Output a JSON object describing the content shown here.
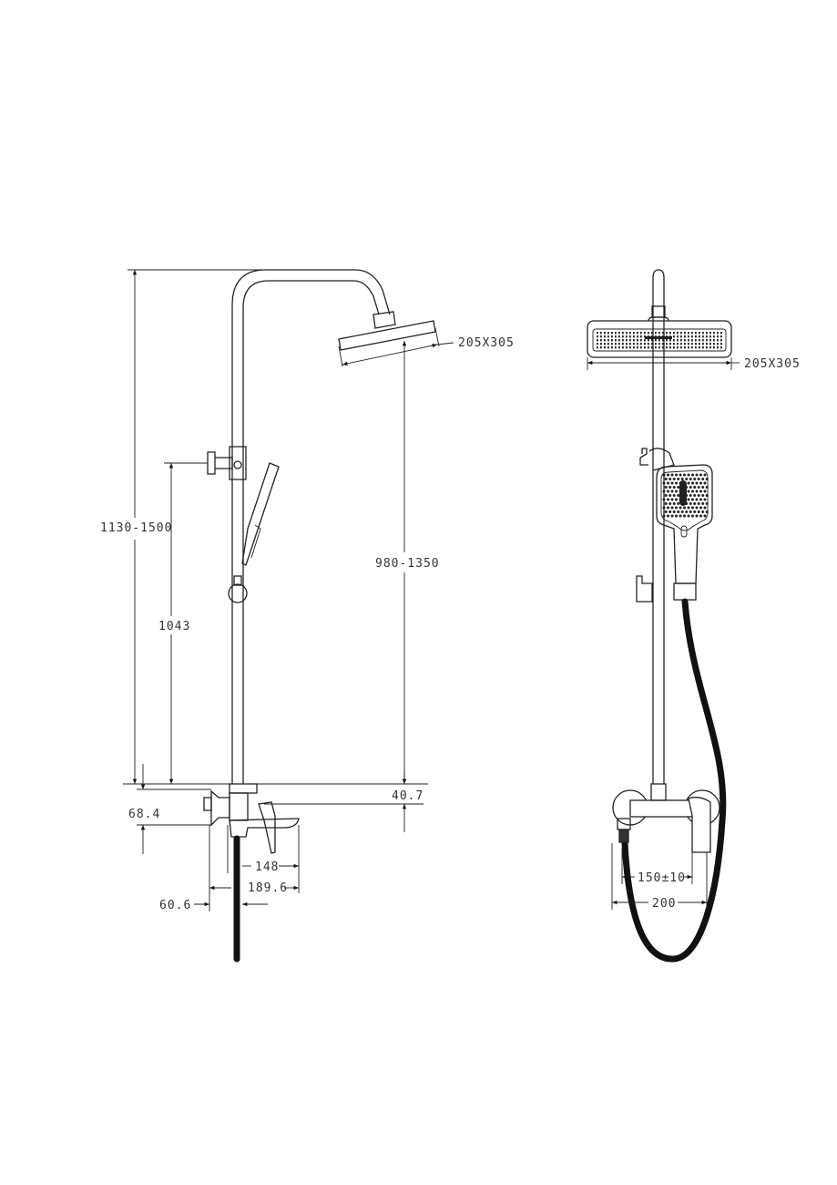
{
  "side_view": {
    "head_size": "205X305",
    "total_height": "1130-1500",
    "handset_height": "1043",
    "head_height": "980-1350",
    "offset_40": "40.7",
    "offset_68": "68.4",
    "spout_148": "148",
    "spout_189": "189.6",
    "wall_60": "60.6"
  },
  "front_view": {
    "head_size": "205X305",
    "centers": "150±10",
    "width": "200"
  }
}
